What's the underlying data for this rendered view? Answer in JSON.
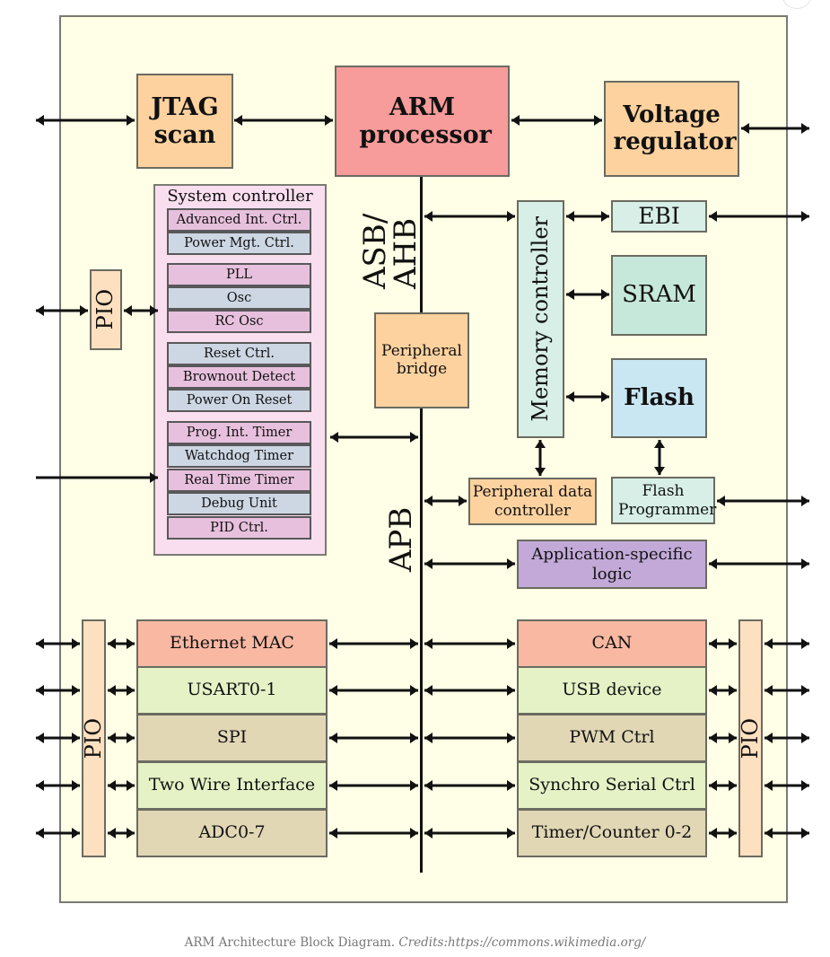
{
  "diagram": {
    "title": "ARM Architecture Block Diagram",
    "top_row": {
      "jtag": "JTAG scan",
      "arm": "ARM processor",
      "voltage": "Voltage regulator"
    },
    "bus_labels": {
      "asb_ahb": "ASB/ AHB",
      "apb": "APB"
    },
    "system_controller": {
      "title": "System controller",
      "groups": [
        [
          "Advanced Int. Ctrl.",
          "Power Mgt. Ctrl."
        ],
        [
          "PLL",
          "Osc",
          "RC Osc"
        ],
        [
          "Reset Ctrl.",
          "Brownout Detect",
          "Power On Reset"
        ],
        [
          "Prog. Int. Timer",
          "Watchdog Timer",
          "Real Time Timer",
          "Debug Unit",
          "PID Ctrl."
        ]
      ]
    },
    "pio_label": "PIO",
    "peripheral_bridge": "Peripheral bridge",
    "memory": {
      "controller": "Memory controller",
      "ebi": "EBI",
      "sram": "SRAM",
      "flash": "Flash",
      "flash_programmer": "Flash Programmer",
      "pdc": "Peripheral data controller"
    },
    "app_logic": "Application-specific logic",
    "left_peripherals": [
      "Ethernet MAC",
      "USART0-1",
      "SPI",
      "Two Wire Interface",
      "ADC0-7"
    ],
    "right_peripherals": [
      "CAN",
      "USB device",
      "PWM Ctrl",
      "Synchro Serial Ctrl",
      "Timer/Counter 0-2"
    ],
    "colors": {
      "background": "#fffee6",
      "arm": "#f89b9b",
      "orange": "#fdd29f",
      "memory": "#d7efe6",
      "flash": "#c9e7f2",
      "app_logic": "#c2a9d8",
      "salmon": "#f9b8a2",
      "green": "#e4f2c6",
      "tan": "#e1d7b5",
      "sysctl_pink": "#e7c0dd",
      "sysctl_blue": "#cdd6e3"
    }
  },
  "caption": {
    "text": "ARM Architecture Block Diagram.",
    "credits": "Credits:https://commons.wikimedia.org/"
  }
}
